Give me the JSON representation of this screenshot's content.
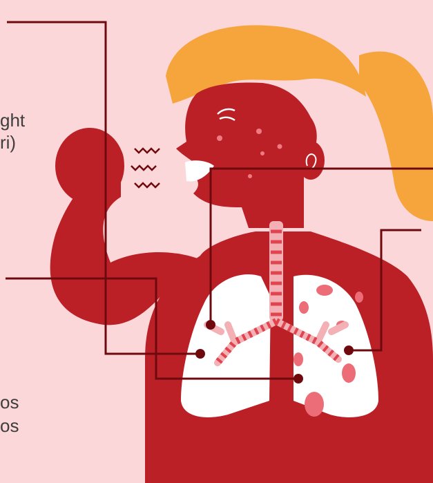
{
  "labels": {
    "top_right_line1": "ght",
    "top_right_line2": "ri)",
    "bottom_line1": "os",
    "bottom_line2": "os"
  },
  "colors": {
    "background": "#fcd7da",
    "body": "#bb2026",
    "hair": "#f5a53c",
    "lung": "#ffffff",
    "lung_spot": "#ec6d77",
    "leader_line": "#6e0a0e",
    "label_text": "#3e3e3e"
  },
  "icons": [
    "cough-waves-icon",
    "ear-icon",
    "eye-icon",
    "lungs-icon",
    "trachea-icon",
    "callout-dot-icon"
  ]
}
